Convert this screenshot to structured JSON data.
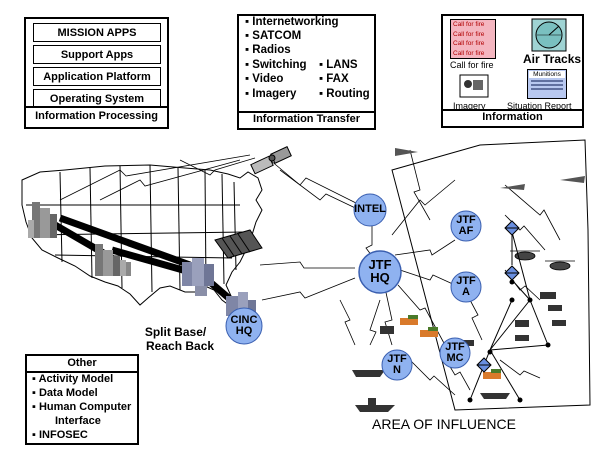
{
  "information_processing": {
    "layers": [
      "MISSION APPS",
      "Support Apps",
      "Application Platform",
      "Operating System"
    ],
    "title": "Information Processing"
  },
  "information_transfer": {
    "items_left": [
      "Internetworking",
      "SATCOM",
      "Radios",
      "Switching",
      "Video",
      "Imagery"
    ],
    "items_right": [
      "LANS",
      "FAX",
      "Routing"
    ],
    "title": "Information Transfer"
  },
  "information": {
    "call_for_fire_lines": [
      "Call for fire",
      "Call for fire",
      "Call for fire",
      "Call for fire"
    ],
    "call_for_fire_label": "Call for fire",
    "air_tracks_label": "Air Tracks",
    "imagery_label": "Imagery",
    "munitions_label": "Munitions",
    "situation_report_label": "Situation Report",
    "title": "Information"
  },
  "other": {
    "title": "Other",
    "items": [
      "Activity Model",
      "Data Model",
      "Human Computer",
      "Interface",
      "INFOSEC"
    ]
  },
  "nodes": {
    "intel": "INTEL",
    "jtf_hq_1": "JTF",
    "jtf_hq_2": "HQ",
    "jtf_af_1": "JTF",
    "jtf_af_2": "AF",
    "jtf_a_1": "JTF",
    "jtf_a_2": "A",
    "jtf_mc_1": "JTF",
    "jtf_mc_2": "MC",
    "jtf_n_1": "JTF",
    "jtf_n_2": "N",
    "cinc_hq_1": "CINC",
    "cinc_hq_2": "HQ"
  },
  "labels": {
    "split_base_1": "Split Base/",
    "split_base_2": "Reach Back",
    "area_of_influence": "AREA OF INFLUENCE"
  },
  "colors": {
    "node_fill": "#8fb2f0",
    "node_stroke": "#3a5fb0",
    "diamond_fill": "#6a8fe0",
    "building": "#8a8fa8"
  }
}
